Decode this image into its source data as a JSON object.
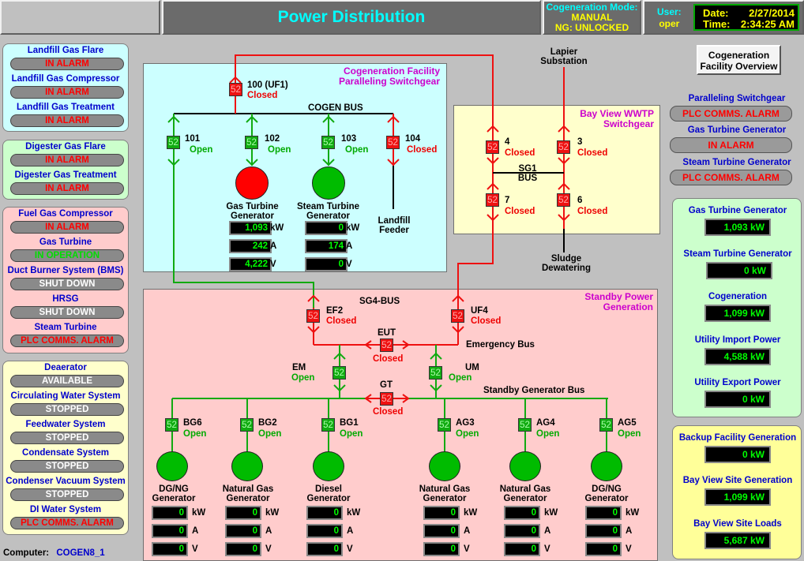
{
  "header": {
    "title": "Power Distribution",
    "mode_label": "Cogeneration Mode:",
    "mode_value": "MANUAL",
    "ng_value": "NG: UNLOCKED",
    "user_label": "User:",
    "user_value": "oper",
    "date_label": "Date:",
    "date_value": "2/27/2014",
    "time_label": "Time:",
    "time_value": "2:34:25 AM"
  },
  "left": {
    "landfill": [
      {
        "label": "Landfill Gas Flare",
        "status": "IN ALARM"
      },
      {
        "label": "Landfill Gas Compressor",
        "status": "IN ALARM"
      },
      {
        "label": "Landfill Gas Treatment",
        "status": "IN ALARM"
      }
    ],
    "digester": [
      {
        "label": "Digester Gas Flare",
        "status": "IN ALARM"
      },
      {
        "label": "Digester Gas Treatment",
        "status": "IN ALARM"
      }
    ],
    "fuel": [
      {
        "label": "Fuel Gas Compressor",
        "status": "IN ALARM"
      },
      {
        "label": "Gas Turbine",
        "status": "IN OPERATION"
      },
      {
        "label": "Duct Burner System (BMS)",
        "status": "SHUT DOWN"
      },
      {
        "label": "HRSG",
        "status": "SHUT DOWN"
      },
      {
        "label": "Steam Turbine",
        "status": "PLC COMMS. ALARM"
      }
    ],
    "water": [
      {
        "label": "Deaerator",
        "status": "AVAILABLE"
      },
      {
        "label": "Circulating Water System",
        "status": "STOPPED"
      },
      {
        "label": "Feedwater System",
        "status": "STOPPED"
      },
      {
        "label": "Condensate System",
        "status": "STOPPED"
      },
      {
        "label": "Condenser Vacuum System",
        "status": "STOPPED"
      },
      {
        "label": "DI Water System",
        "status": "PLC COMMS. ALARM"
      }
    ],
    "computer_label": "Computer:",
    "computer_value": "COGEN8_1"
  },
  "cogen": {
    "title1": "Cogeneration Facility",
    "title2": "Paralleling Switchgear",
    "bus": "COGEN BUS",
    "uf1_id": "100 (UF1)",
    "uf1_state": "Closed",
    "b101_id": "101",
    "b101_state": "Open",
    "b102_id": "102",
    "b102_state": "Open",
    "b103_id": "103",
    "b103_state": "Open",
    "b104_id": "104",
    "b104_state": "Closed",
    "gt_name1": "Gas Turbine",
    "gt_name2": "Generator",
    "st_name1": "Steam Turbine",
    "st_name2": "Generator",
    "feeder1": "Landfill",
    "feeder2": "Feeder",
    "gt_kw": "1,093",
    "gt_a": "242",
    "gt_v": "4,222",
    "st_kw": "0",
    "st_a": "174",
    "st_v": "0",
    "unit_kw": "kW",
    "unit_a": "A",
    "unit_v": "V",
    "breaker_code": "52"
  },
  "bayview": {
    "title1": "Bay View WWTP",
    "title2": "Switchgear",
    "lapier1": "Lapier",
    "lapier2": "Substation",
    "sludge1": "Sludge",
    "sludge2": "Dewatering",
    "bus1": "SG1",
    "bus2": "BUS",
    "b4_id": "4",
    "b4_state": "Closed",
    "b3_id": "3",
    "b3_state": "Closed",
    "b7_id": "7",
    "b7_state": "Closed",
    "b6_id": "6",
    "b6_state": "Closed"
  },
  "standby": {
    "title1": "Standby Power",
    "title2": "Generation",
    "sg4": "SG4-BUS",
    "ef2_id": "EF2",
    "ef2_state": "Closed",
    "uf4_id": "UF4",
    "uf4_state": "Closed",
    "eut_id": "EUT",
    "eut_state": "Closed",
    "emerg_bus": "Emergency Bus",
    "em_id": "EM",
    "em_state": "Open",
    "um_id": "UM",
    "um_state": "Open",
    "gt_id": "GT",
    "gt_state": "Closed",
    "standby_bus": "Standby Generator Bus",
    "gens": [
      {
        "id": "BG6",
        "state": "Open",
        "name1": "DG/NG",
        "name2": "Generator",
        "kw": "0",
        "a": "0",
        "v": "0"
      },
      {
        "id": "BG2",
        "state": "Open",
        "name1": "Natural Gas",
        "name2": "Generator",
        "kw": "0",
        "a": "0",
        "v": "0"
      },
      {
        "id": "BG1",
        "state": "Open",
        "name1": "Diesel",
        "name2": "Generator",
        "kw": "0",
        "a": "0",
        "v": "0"
      },
      {
        "id": "AG3",
        "state": "Open",
        "name1": "Natural Gas",
        "name2": "Generator",
        "kw": "0",
        "a": "0",
        "v": "0"
      },
      {
        "id": "AG4",
        "state": "Open",
        "name1": "Natural Gas",
        "name2": "Generator",
        "kw": "0",
        "a": "0",
        "v": "0"
      },
      {
        "id": "AG5",
        "state": "Open",
        "name1": "DG/NG",
        "name2": "Generator",
        "kw": "0",
        "a": "0",
        "v": "0"
      }
    ]
  },
  "right": {
    "overview_btn1": "Cogeneration",
    "overview_btn2": "Facility Overview",
    "status": [
      {
        "label": "Paralleling Switchgear",
        "status": "PLC COMMS. ALARM"
      },
      {
        "label": "Gas Turbine Generator",
        "status": "IN ALARM"
      },
      {
        "label": "Steam Turbine Generator",
        "status": "PLC COMMS. ALARM"
      }
    ],
    "power": [
      {
        "label": "Gas Turbine Generator",
        "value": "1,093 kW"
      },
      {
        "label": "Steam Turbine Generator",
        "value": "0 kW"
      },
      {
        "label": "Cogeneration",
        "value": "1,099 kW"
      },
      {
        "label": "Utility Import Power",
        "value": "4,588 kW"
      },
      {
        "label": "Utility Export Power",
        "value": "0 kW"
      }
    ],
    "site": [
      {
        "label": "Backup Facility Generation",
        "value": "0 kW"
      },
      {
        "label": "Bay View Site Generation",
        "value": "1,099 kW"
      },
      {
        "label": "Bay View Site Loads",
        "value": "5,687 kW"
      }
    ]
  }
}
